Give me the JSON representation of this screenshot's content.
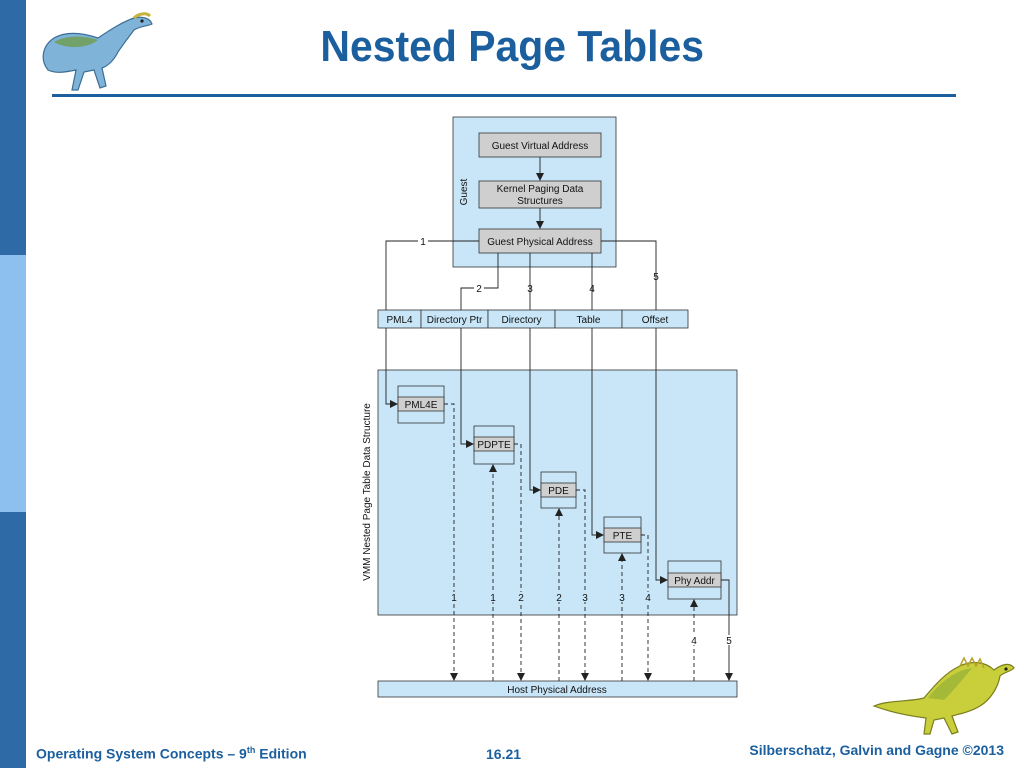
{
  "slide": {
    "title": "Nested Page Tables",
    "footer_left_main": "Operating System Concepts – 9",
    "footer_left_sup": "th",
    "footer_left_tail": " Edition",
    "page_number": "16.21",
    "copyright": "Silberschatz, Galvin and Gagne ©2013"
  },
  "diagram": {
    "guest_label": "Guest",
    "guest_virtual_address": "Guest Virtual Address",
    "kernel_paging_line1": "Kernel Paging Data",
    "kernel_paging_line2": "Structures",
    "guest_physical_address": "Guest Physical Address",
    "fields": [
      "PML4",
      "Directory Ptr",
      "Directory",
      "Table",
      "Offset"
    ],
    "vmm_label": "VMM Nested Page Table Data Structure",
    "entries": [
      "PML4E",
      "PDPTE",
      "PDE",
      "PTE",
      "Phy Addr"
    ],
    "host_physical_address": "Host Physical Address",
    "step_numbers": [
      "1",
      "2",
      "3",
      "4",
      "5"
    ]
  }
}
